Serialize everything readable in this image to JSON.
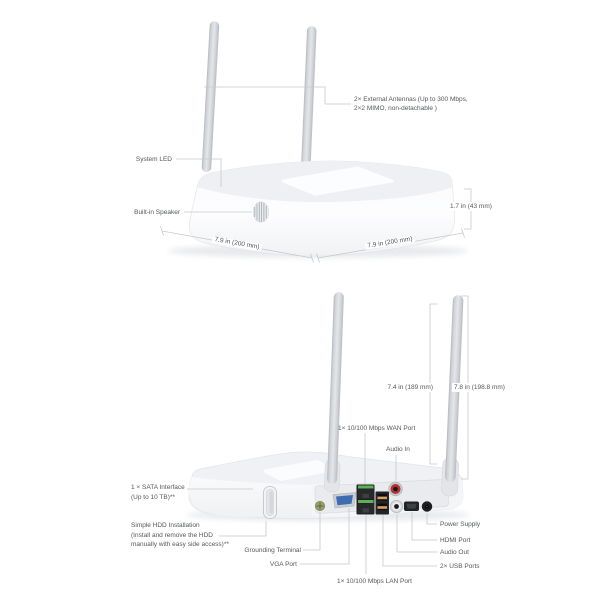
{
  "colors": {
    "background": "#ffffff",
    "label_text": "#54575b",
    "leader_line": "#c6c9cd",
    "device_body": "#f7f8fa",
    "antenna_gray": "#d3d6da",
    "vga_blue": "#3e6cb1",
    "ethernet_green": "#5cb356",
    "usb_tab_orange": "#d8a160",
    "audio_in_red": "#b23233",
    "grounding_olive": "#99a06e"
  },
  "top_view": {
    "callouts": {
      "antennas_line1": "2× External Antennas (Up to 300 Mbps,",
      "antennas_line2": "2×2 MIMO, non-detachable )",
      "system_led": "System LED",
      "built_in_speaker": "Built-in Speaker"
    },
    "dimensions": {
      "height": "1.7 in (43 mm)",
      "depth": "7.9 in (200 mm)",
      "width": "7.9 in (200 mm)"
    }
  },
  "rear_view": {
    "dimensions": {
      "antenna_inner": "7.4 in (189 mm)",
      "antenna_outer": "7.8 in (198.8 mm)"
    },
    "callouts": {
      "wan": "1× 10/100 Mbps WAN Port",
      "audio_in": "Audio In",
      "sata_line1": "1 × SATA Interface",
      "sata_line2": "(Up to 10 TB)**",
      "hdd_line1": "Simple HDD Installation",
      "hdd_line2": "(Install and remove the HDD",
      "hdd_line3": "manually with easy side access)**",
      "grounding": "Grounding Terminal",
      "vga": "VGA Port",
      "lan": "1× 10/100 Mbps LAN Port",
      "power": "Power Supply",
      "hdmi": "HDMI Port",
      "audio_out": "Audio Out",
      "usb": "2× USB Ports"
    }
  }
}
